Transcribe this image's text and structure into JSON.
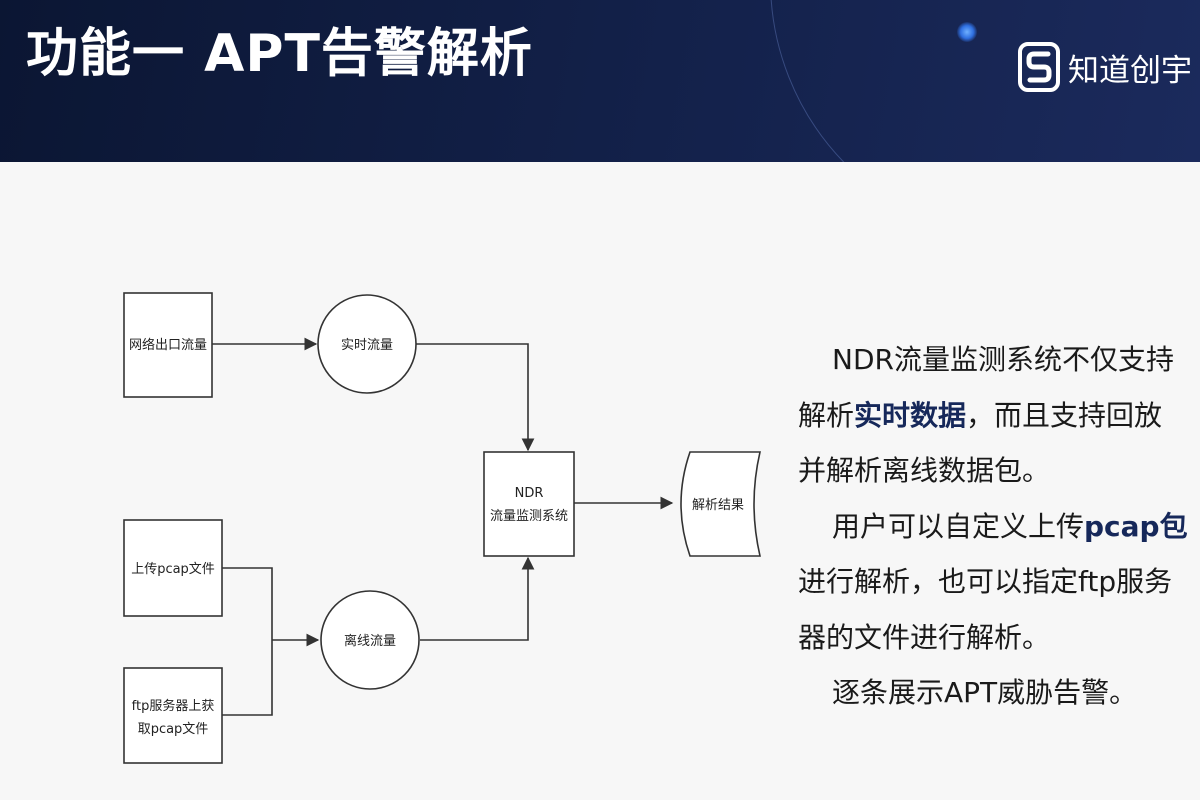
{
  "header": {
    "title": "功能一 APT告警解析",
    "brand": {
      "name": "知道创宇",
      "logo_icon": "knownsec-s-logo-icon"
    }
  },
  "diagram": {
    "nodes": {
      "network_egress": "网络出口流量",
      "realtime": "实时流量",
      "upload_line1": "上传pcap文件",
      "ftp_line1": "ftp服务器上获",
      "ftp_line2": "取pcap文件",
      "offline": "离线流量",
      "ndr_line1": "NDR",
      "ndr_line2": "流量监测系统",
      "result": "解析结果"
    }
  },
  "description": {
    "p1_a": "NDR流量监测系统不仅支持解析",
    "p1_hl": "实时数据",
    "p1_b": "，而且支持回放并解析离线数据包。",
    "p2_a": "用户可以自定义上传",
    "p2_hl": "pcap包",
    "p2_b": "进行解析，也可以指定ftp服务器的文件进行解析。",
    "p3": "逐条展示APT威胁告警。"
  },
  "colors": {
    "header_bg": "#13214a",
    "highlight": "#16285a",
    "background": "#f7f7f7"
  }
}
